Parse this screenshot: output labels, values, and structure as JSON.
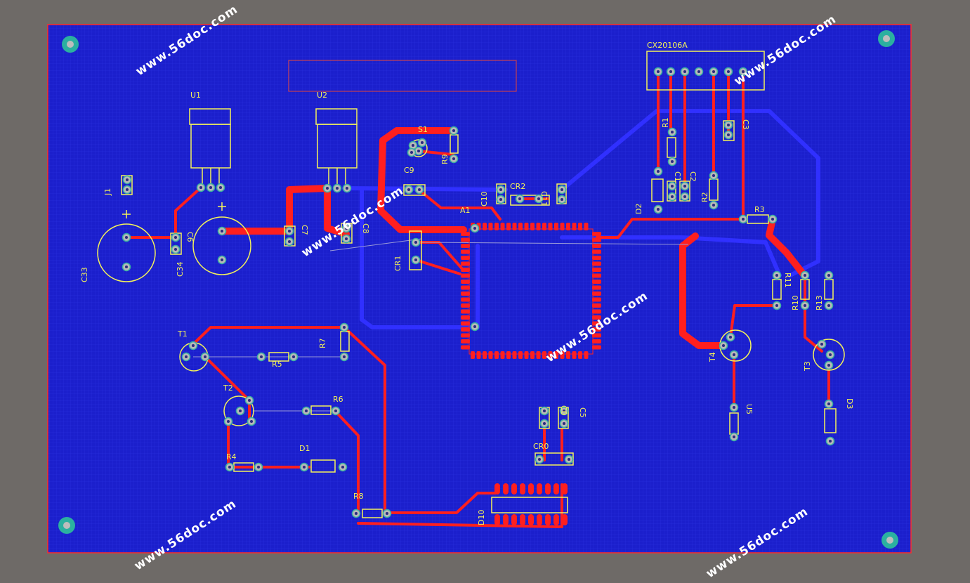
{
  "board": {
    "colors": {
      "background": "#6e6a67",
      "fill": "#1b1fcc",
      "outline": "#ff2a2a",
      "top_copper": "#ff1f1f",
      "bottom_copper": "#2a2aff",
      "silkscreen": "#f4f25a"
    }
  },
  "labels": {
    "u1": "U1",
    "u2": "U2",
    "j1": "J1",
    "c33": "C33",
    "c34": "C34",
    "c6": "C6",
    "c7": "C7",
    "c8": "C8",
    "s1": "S1",
    "r9": "R9",
    "c9": "C9",
    "c10": "C10",
    "cr2": "CR2",
    "a1": "A1",
    "c11": "C11",
    "cr1": "CR1",
    "cx": "CX20106A",
    "r1": "R1",
    "c1": "C1",
    "c2": "C2",
    "c3": "C3",
    "r2": "R2",
    "d2": "D2",
    "r3": "R3",
    "r11": "R11",
    "r10": "R10",
    "r13": "R13",
    "t4": "T4",
    "t3": "T3",
    "u5": "U5",
    "d3": "D3",
    "t1": "T1",
    "r5": "R5",
    "r7": "R7",
    "t2": "T2",
    "r6": "R6",
    "r4": "R4",
    "d1": "D1",
    "r8": "R8",
    "c0": "C0",
    "c5": "C5",
    "cr0": "CR0",
    "d10": "D10"
  },
  "watermark": "www.56doc.com"
}
